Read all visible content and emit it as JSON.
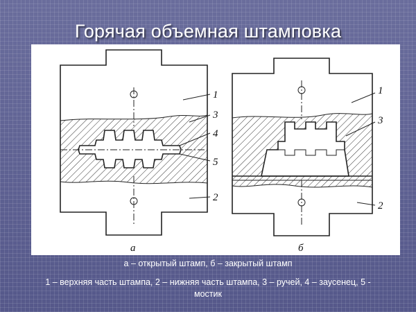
{
  "slide": {
    "title": "Горячая объемная штамповка",
    "caption": "а – открытый штамп, б – закрытый штамп",
    "legend": "1 – верхняя часть штампа, 2 – нижняя часть штампа, 3 – ручей, 4 – заусенец, 5 - мостик"
  },
  "figure": {
    "open_die": {
      "subfigure_label": "а",
      "callouts": [
        "1",
        "3",
        "4",
        "5",
        "2"
      ]
    },
    "closed_die": {
      "subfigure_label": "б",
      "callouts": [
        "1",
        "3",
        "2"
      ]
    }
  },
  "colors": {
    "background": "#5c5f8f",
    "panel": "#ffffff",
    "ink": "#222222"
  }
}
